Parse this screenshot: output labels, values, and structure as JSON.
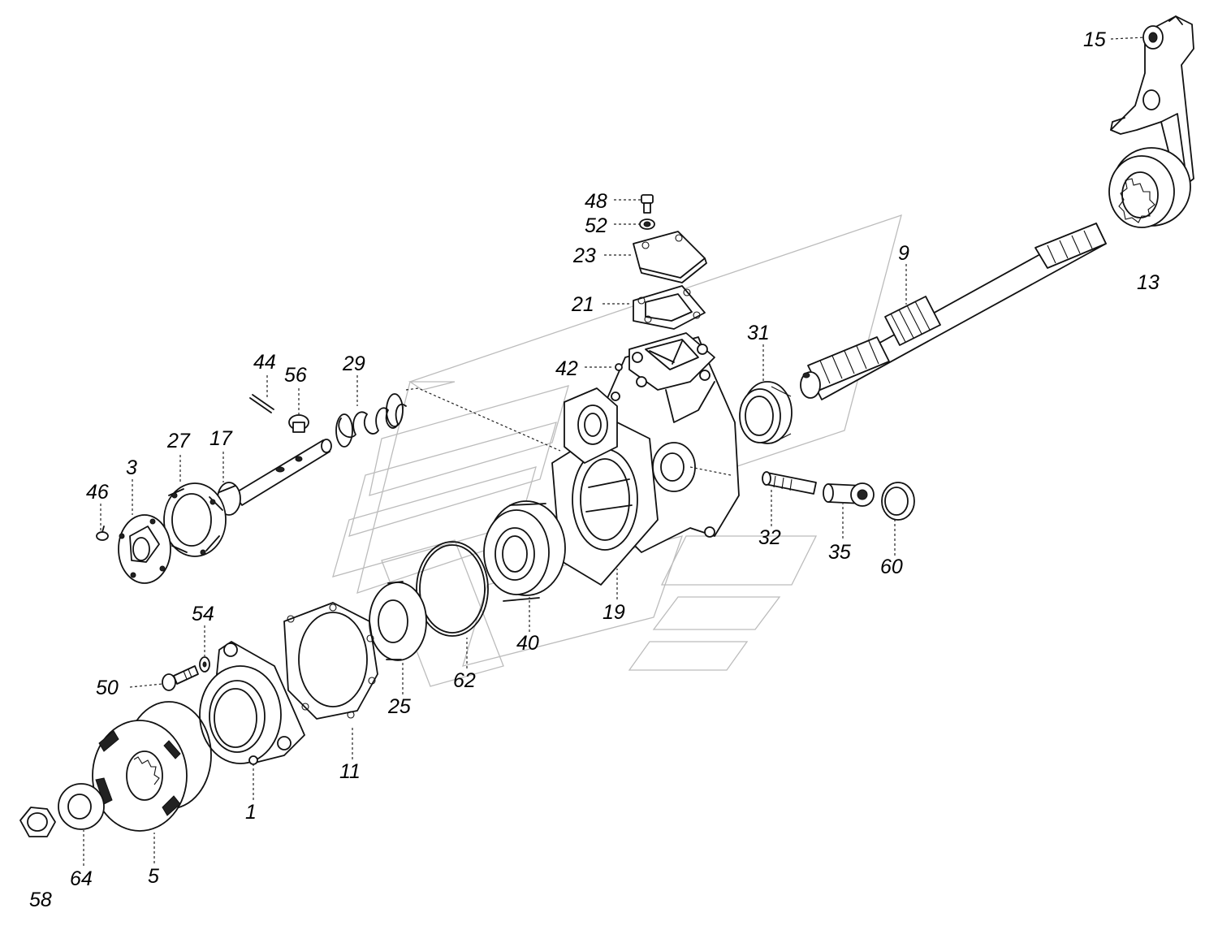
{
  "labels": {
    "l1": "1",
    "l3": "3",
    "l5": "5",
    "l9": "9",
    "l11": "11",
    "l13": "13",
    "l15": "15",
    "l17": "17",
    "l19": "19",
    "l21": "21",
    "l23": "23",
    "l25": "25",
    "l27": "27",
    "l29": "29",
    "l31": "31",
    "l32": "32",
    "l35": "35",
    "l40": "40",
    "l42": "42",
    "l44": "44",
    "l46": "46",
    "l48": "48",
    "l50": "50",
    "l52": "52",
    "l54": "54",
    "l56": "56",
    "l58": "58",
    "l60": "60",
    "l62": "62",
    "l64": "64"
  }
}
